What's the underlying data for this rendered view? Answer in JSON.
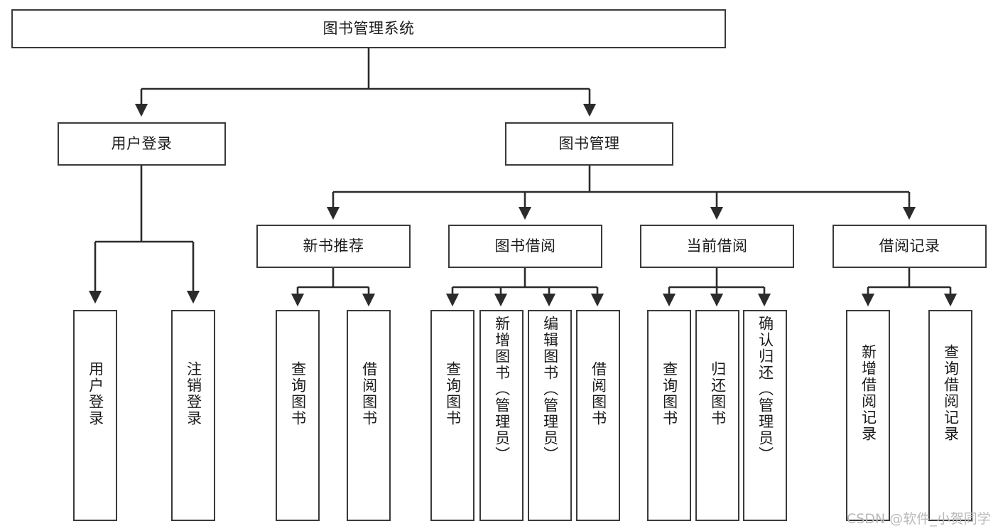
{
  "diagram": {
    "title": "图书管理系统",
    "type": "tree-hierarchy",
    "watermark": "CSDN @软件_小贺同学",
    "colors": {
      "background": "#ffffff",
      "node_border": "#3a3a3a",
      "node_fill": "#ffffff",
      "connector": "#2b2b2b",
      "text": "#1b1b1b",
      "watermark": "#b9b9b9"
    },
    "root": {
      "id": "root",
      "label": "图书管理系统"
    },
    "level2": [
      {
        "id": "user-login",
        "label": "用户登录"
      },
      {
        "id": "book-manage",
        "label": "图书管理"
      }
    ],
    "level3": [
      {
        "id": "new-book-recommend",
        "label": "新书推荐",
        "parent": "book-manage"
      },
      {
        "id": "book-borrow",
        "label": "图书借阅",
        "parent": "book-manage"
      },
      {
        "id": "current-borrow",
        "label": "当前借阅",
        "parent": "book-manage"
      },
      {
        "id": "borrow-record",
        "label": "借阅记录",
        "parent": "book-manage"
      }
    ],
    "leaves": {
      "user-login": [
        {
          "id": "leaf-user-login",
          "label": "用户登录"
        },
        {
          "id": "leaf-logout-login",
          "label": "注销登录"
        }
      ],
      "new-book-recommend": [
        {
          "id": "leaf-query-book-1",
          "label": "查询图书"
        },
        {
          "id": "leaf-borrow-book-1",
          "label": "借阅图书"
        }
      ],
      "book-borrow": [
        {
          "id": "leaf-query-book-2",
          "label": "查询图书"
        },
        {
          "id": "leaf-add-book",
          "label": "新增图书（管理员）"
        },
        {
          "id": "leaf-edit-book",
          "label": "编辑图书（管理员）"
        },
        {
          "id": "leaf-borrow-book-2",
          "label": "借阅图书"
        }
      ],
      "current-borrow": [
        {
          "id": "leaf-query-book-3",
          "label": "查询图书"
        },
        {
          "id": "leaf-return-book",
          "label": "归还图书"
        },
        {
          "id": "leaf-confirm-return",
          "label": "确认归还（管理员）"
        }
      ],
      "borrow-record": [
        {
          "id": "leaf-add-record",
          "label": "新增借阅记录"
        },
        {
          "id": "leaf-query-record",
          "label": "查询借阅记录"
        }
      ]
    }
  }
}
